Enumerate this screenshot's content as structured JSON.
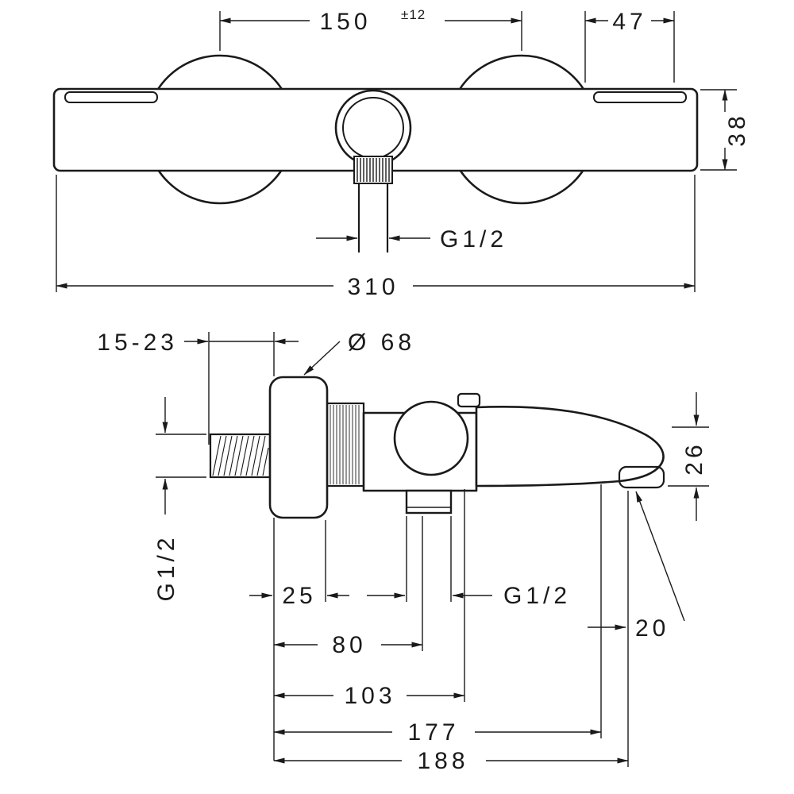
{
  "front": {
    "d150": "150",
    "d150_tol": "±12",
    "d47": "47",
    "d38": "38",
    "g12": "G1/2",
    "d310": "310"
  },
  "side": {
    "d15_23": "15-23",
    "dia68": "Ø 68",
    "g12_wall": "G1/2",
    "d26": "26",
    "d25": "25",
    "g12_outlet": "G1/2",
    "d80": "80",
    "d103": "103",
    "d177": "177",
    "d188": "188",
    "d20": "20"
  },
  "colors": {
    "line": "#1a1a1a",
    "background": "#ffffff"
  }
}
